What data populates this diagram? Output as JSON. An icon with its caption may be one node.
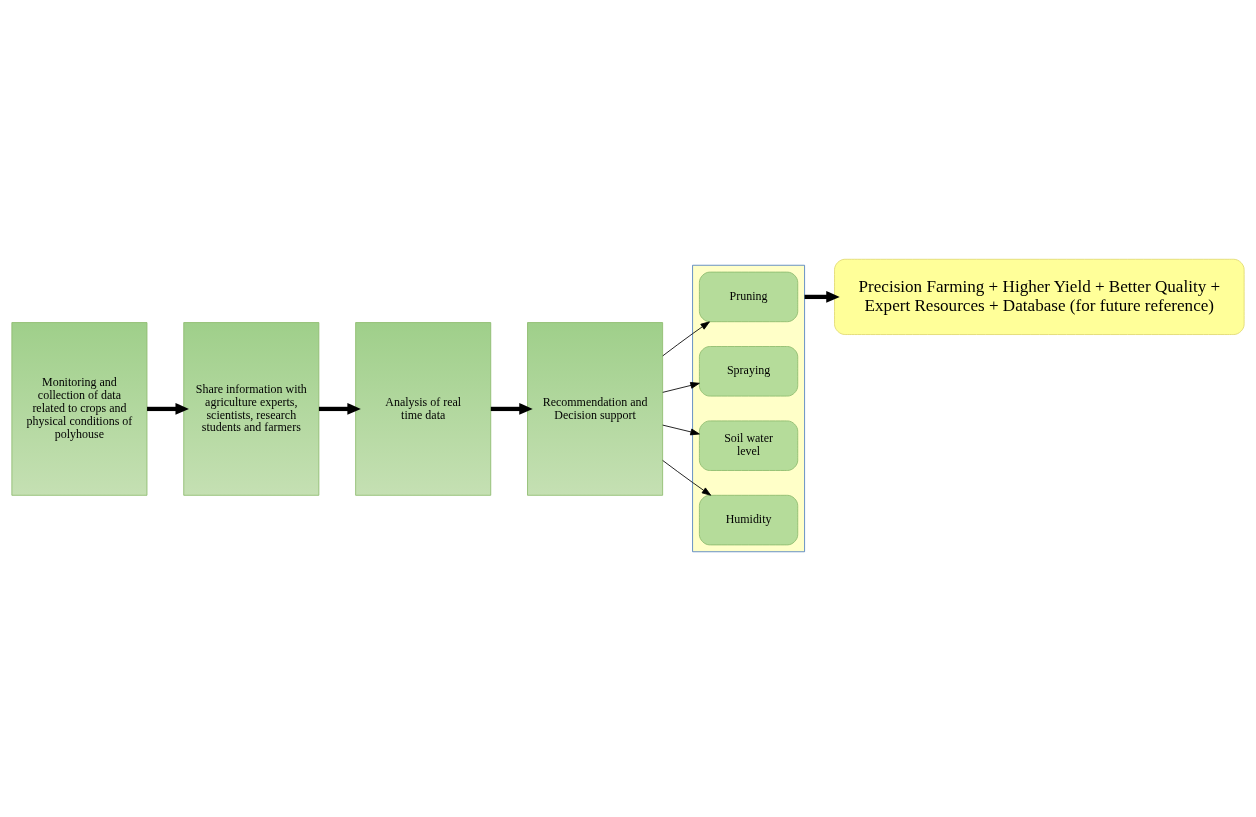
{
  "diagram": {
    "nodes": [
      {
        "text": [
          "Monitoring and collection of data related to crops and physical conditions of polyhouse"
        ]
      },
      {
        "text": [
          "Share information with agriculture experts, scientists, research students and farmers"
        ]
      },
      {
        "text": [
          "Analysis of real time data"
        ]
      },
      {
        "text": [
          "Recommendation and Decision support"
        ]
      },
      {
        "text": [],
        "shape": "box"
      },
      {
        "text": [
          "Pruning"
        ],
        "in": 4
      },
      {
        "text": [
          "Spraying"
        ],
        "in": 4
      },
      {
        "text": [
          "Soil water level"
        ],
        "in": 4
      },
      {
        "text": [
          "Humidity"
        ],
        "in": 4
      },
      {
        "text": [
          "Precision Farming + Higher Yield + Better Quality + Expert Resources + Database (for future reference)"
        ]
      }
    ],
    "edges": [
      {
        "from": 0,
        "to": 1,
        "arrow": "to",
        "style": "thick"
      },
      {
        "from": 1,
        "to": 2,
        "arrow": "to",
        "style": "thick"
      },
      {
        "from": 2,
        "to": 3,
        "arrow": "to",
        "style": "thick"
      },
      {
        "from": 3,
        "to": 5,
        "arrow": "to"
      },
      {
        "from": 3,
        "to": 6,
        "arrow": "to"
      },
      {
        "from": 3,
        "to": 7,
        "arrow": "to"
      },
      {
        "from": 3,
        "to": 8,
        "arrow": "to"
      },
      {
        "from": 4,
        "to": 9,
        "arrow": "to",
        "style": "thick"
      }
    ]
  }
}
